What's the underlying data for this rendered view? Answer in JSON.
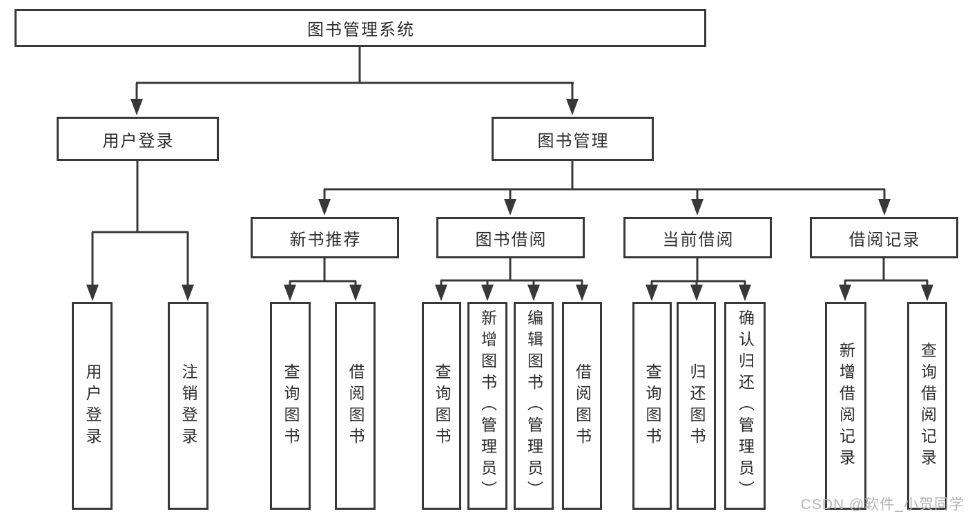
{
  "tree": {
    "root": {
      "label": "图书管理系统"
    },
    "branches": [
      {
        "label": "用户登录",
        "children": [
          {
            "label": "用户登录"
          },
          {
            "label": "注销登录"
          }
        ]
      },
      {
        "label": "图书管理",
        "children": [
          {
            "label": "新书推荐",
            "children": [
              {
                "label": "查询图书"
              },
              {
                "label": "借阅图书"
              }
            ]
          },
          {
            "label": "图书借阅",
            "children": [
              {
                "label": "查询图书"
              },
              {
                "label": "新增图书（管理员）"
              },
              {
                "label": "编辑图书（管理员）"
              },
              {
                "label": "借阅图书"
              }
            ]
          },
          {
            "label": "当前借阅",
            "children": [
              {
                "label": "查询图书"
              },
              {
                "label": "归还图书"
              },
              {
                "label": "确认归还（管理员）"
              }
            ]
          },
          {
            "label": "借阅记录",
            "children": [
              {
                "label": "新增借阅记录"
              },
              {
                "label": "查询借阅记录"
              }
            ]
          }
        ]
      }
    ]
  },
  "watermark": {
    "text": "CSDN @软件_小贺同学"
  },
  "colors": {
    "line": "#383838",
    "text": "#2d2d2d",
    "background": "#ffffff",
    "watermark": "#b5b5b5"
  }
}
